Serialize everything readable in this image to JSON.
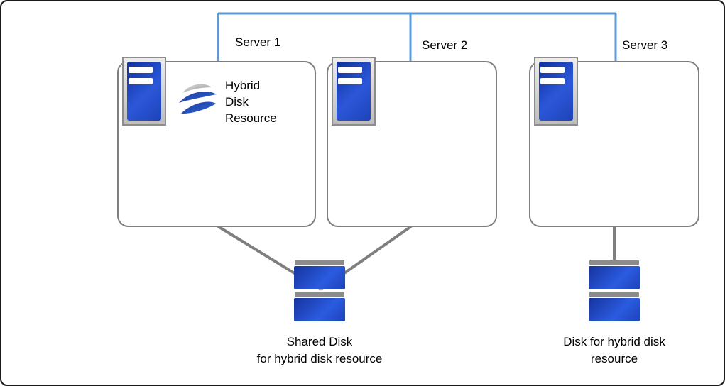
{
  "colors": {
    "network_blue": "#5B9BD5",
    "connector_gray": "#7F7F7F",
    "box_border_gray": "#7F7F7F",
    "server_blue_dark": "#0F2F9E",
    "server_blue_light": "#2B57D8",
    "disk_blue_dark": "#16339E",
    "disk_blue_light": "#2B5BE0",
    "disk_cap_gray": "#8C8C8C",
    "text_black": "#000000"
  },
  "servers": [
    {
      "label": "Server 1",
      "icon": "server-icon"
    },
    {
      "label": "Server 2",
      "icon": "server-icon"
    },
    {
      "label": "Server 3",
      "icon": "server-icon"
    }
  ],
  "hybrid_resource": {
    "icon": "wave-sphere-icon",
    "label": "Hybrid\nDisk\nResource"
  },
  "shared_disk": {
    "icon": "disk-stack-icon",
    "label": "Shared Disk\nfor hybrid disk resource"
  },
  "standalone_disk": {
    "icon": "disk-stack-icon",
    "label": "Disk for hybrid disk\nresource"
  }
}
